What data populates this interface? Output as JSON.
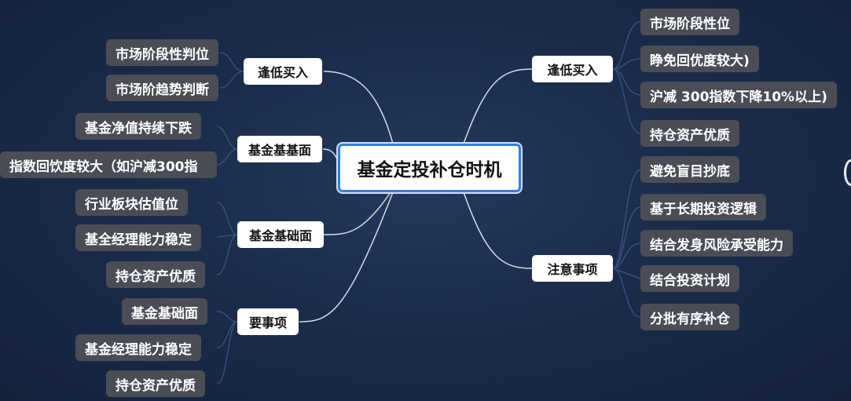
{
  "root": {
    "label": "基金定投补仓时机"
  },
  "branches": {
    "left_1": {
      "label": "逢低买入",
      "children": [
        "市场阶段性判位",
        "市场阶趋势判断"
      ]
    },
    "left_2": {
      "label": "基金基基面",
      "children": [
        "基金净值持续下跌",
        "指数回饮度较大（如沪减300指"
      ]
    },
    "left_3": {
      "label": "基金基础面",
      "children": [
        "行业板块估值𠛛位",
        "基全经理能力稳定",
        "持仓资产优质"
      ]
    },
    "left_4": {
      "label": "要事项",
      "children": [
        "基金基础面",
        "基金经理能力稳定",
        "持仓资产优质"
      ]
    },
    "right_1": {
      "label": "逢低买入",
      "children": [
        "市场阶段性𠛛位",
        "睁免回优度较大)",
        "沪减 300指数下降10%以上)",
        "持仓资产优质"
      ]
    },
    "right_2": {
      "label": "注意事项",
      "children": [
        "避免盲目抄底",
        "基于长期投资逻辑",
        "结合发身风险承受能力",
        "结合投资计划",
        "分批有序补仓"
      ]
    }
  },
  "colors": {
    "root_border": "#2f7fe6",
    "leaf_bg": "#4a4d55",
    "background": "#1b2c4b"
  }
}
